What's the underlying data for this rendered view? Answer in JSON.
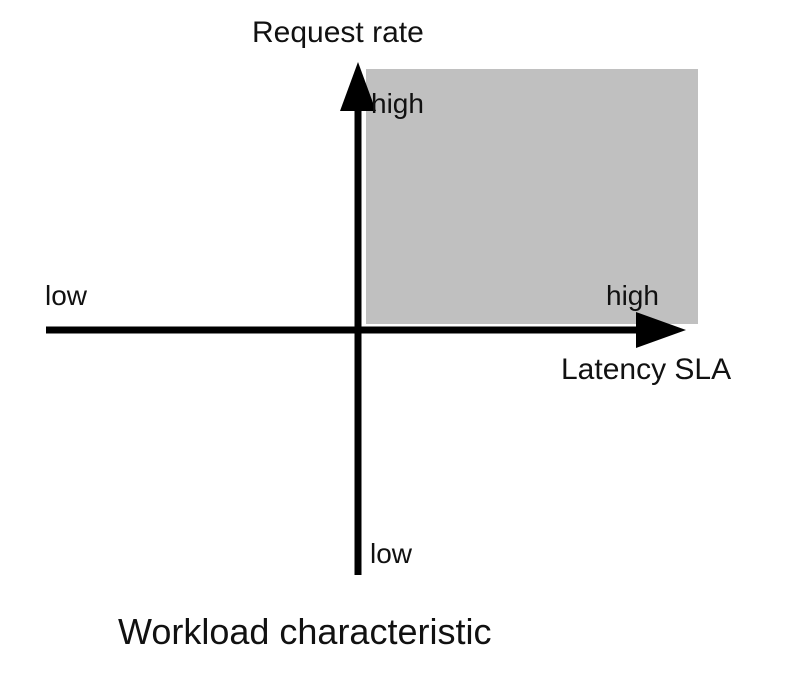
{
  "diagram": {
    "caption": "Workload characteristic",
    "vertical_axis": {
      "title": "Request rate",
      "high_label": "high",
      "low_label": "low"
    },
    "horizontal_axis": {
      "title": "Latency SLA",
      "high_label": "high",
      "low_label": "low"
    },
    "highlight_region": {
      "quadrant": "high-high",
      "fill": "#c0c0c0"
    },
    "colors": {
      "axis": "#000000",
      "text": "#111111",
      "background": "#ffffff"
    }
  }
}
